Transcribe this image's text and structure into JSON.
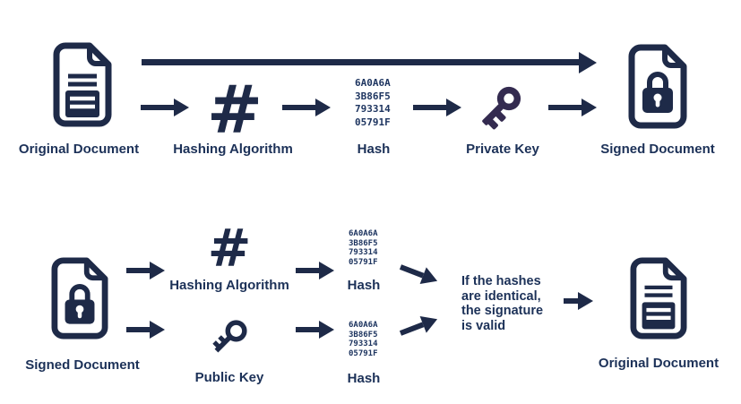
{
  "colors": {
    "ink": "#1e2a48",
    "label_text": "#1c3158",
    "hash_text": "#1e3560",
    "private_key": "#342b50",
    "background": "#ffffff"
  },
  "signing_flow": {
    "original_document": {
      "label": "Original Document"
    },
    "hashing_algorithm": {
      "symbol": "#",
      "label": "Hashing Algorithm"
    },
    "hash": {
      "value": "6A0A6A\n3B86F5\n793314\n05791F",
      "label": "Hash"
    },
    "private_key": {
      "label": "Private Key"
    },
    "signed_document": {
      "label": "Signed Document"
    }
  },
  "verification_flow": {
    "signed_document": {
      "label": "Signed Document"
    },
    "hashing_algorithm": {
      "symbol": "#",
      "label": "Hashing Algorithm"
    },
    "hash_from_document": {
      "value": "6A0A6A\n3B86F5\n793314\n05791F",
      "label": "Hash"
    },
    "public_key": {
      "label": "Public Key"
    },
    "hash_from_signature": {
      "value": "6A0A6A\n3B86F5\n793314\n05791F",
      "label": "Hash"
    },
    "comparison": {
      "text": "If the hashes\nare identical,\nthe signature\nis valid"
    },
    "original_document": {
      "label": "Original Document"
    }
  }
}
